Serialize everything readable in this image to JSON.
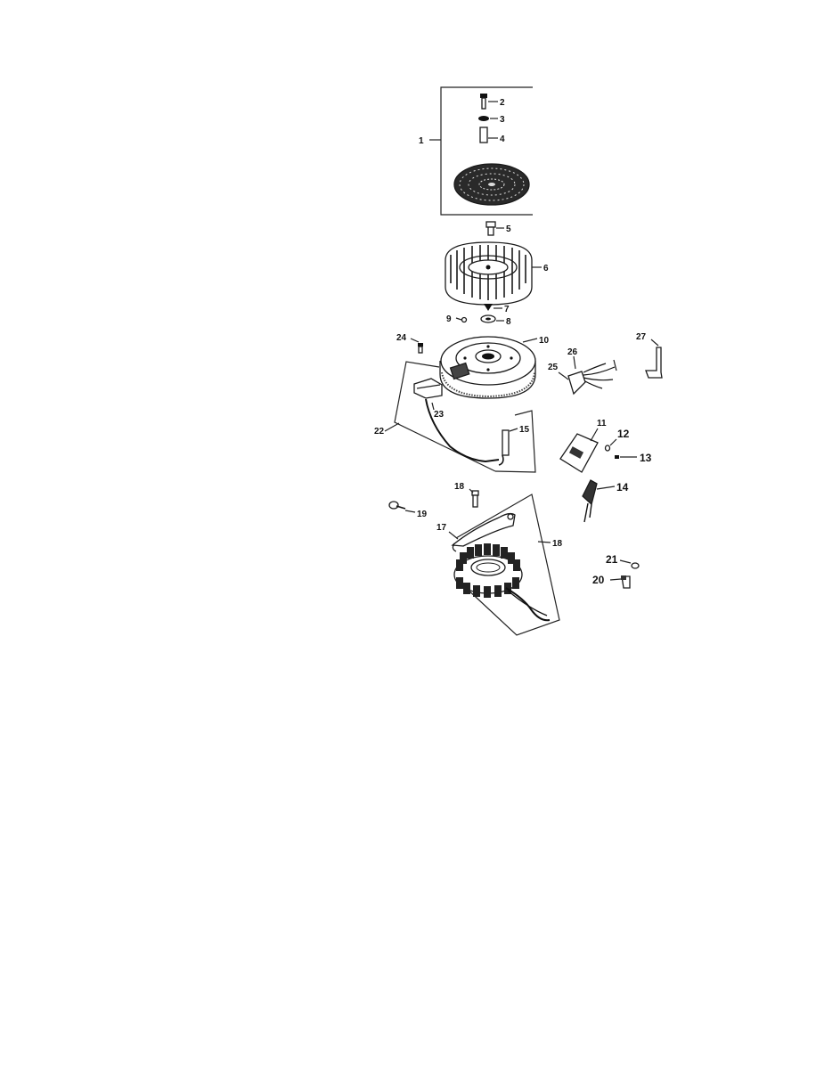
{
  "diagram": {
    "background": "#ffffff",
    "ink": "#1a1a1a",
    "callouts": [
      {
        "id": "1",
        "text": "1"
      },
      {
        "id": "2",
        "text": "2"
      },
      {
        "id": "3",
        "text": "3"
      },
      {
        "id": "4",
        "text": "4"
      },
      {
        "id": "5",
        "text": "5"
      },
      {
        "id": "6",
        "text": "6"
      },
      {
        "id": "7",
        "text": "7"
      },
      {
        "id": "8",
        "text": "8"
      },
      {
        "id": "9",
        "text": "9"
      },
      {
        "id": "10",
        "text": "10"
      },
      {
        "id": "11",
        "text": "11"
      },
      {
        "id": "12",
        "text": "12"
      },
      {
        "id": "13",
        "text": "13"
      },
      {
        "id": "14",
        "text": "14"
      },
      {
        "id": "15",
        "text": "15"
      },
      {
        "id": "17",
        "text": "17"
      },
      {
        "id": "18a",
        "text": "18"
      },
      {
        "id": "18b",
        "text": "18"
      },
      {
        "id": "19",
        "text": "19"
      },
      {
        "id": "20",
        "text": "20"
      },
      {
        "id": "21",
        "text": "21"
      },
      {
        "id": "22",
        "text": "22"
      },
      {
        "id": "23",
        "text": "23"
      },
      {
        "id": "24",
        "text": "24"
      },
      {
        "id": "25",
        "text": "25"
      },
      {
        "id": "26",
        "text": "26"
      },
      {
        "id": "27",
        "text": "27"
      }
    ]
  }
}
